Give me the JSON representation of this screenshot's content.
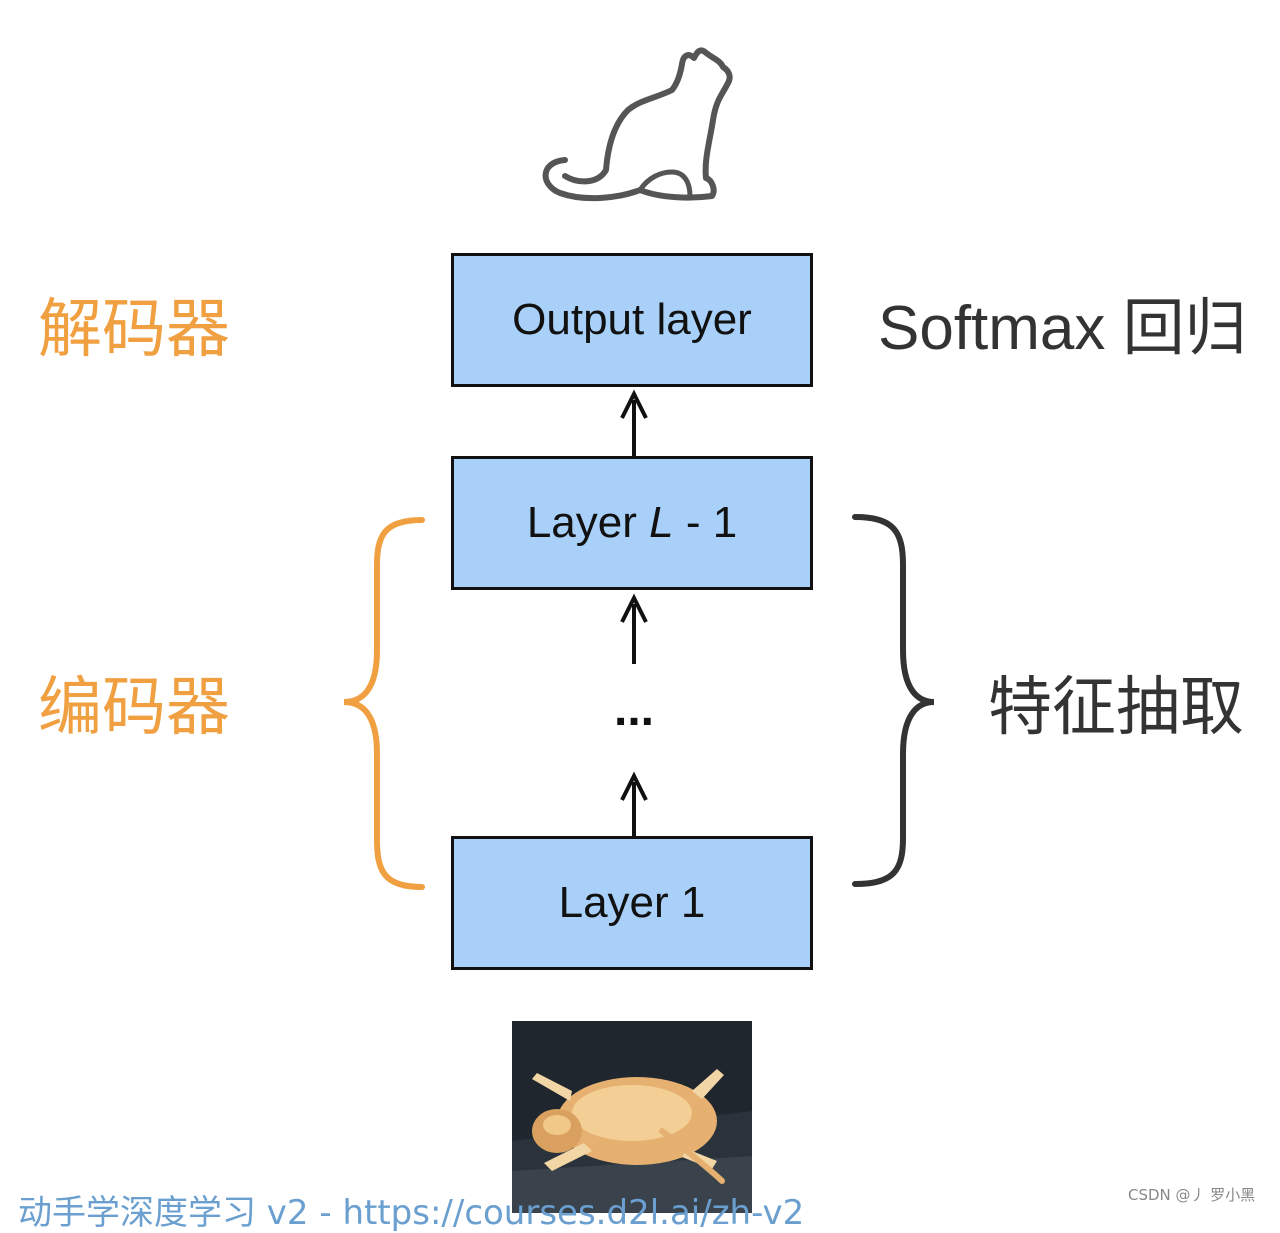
{
  "layers": {
    "output": "Output layer",
    "hidden_prefix": "Layer ",
    "hidden_var": "L",
    "hidden_suffix": " - 1",
    "first": "Layer 1",
    "ellipsis": "..."
  },
  "labels": {
    "decoder": "解码器",
    "encoder": "编码器",
    "softmax": "Softmax 回归",
    "feature_extraction": "特征抽取"
  },
  "footer": {
    "link_text": "动手学深度学习 v2 - https://courses.d2l.ai/zh-v2",
    "watermark": "CSDN @丿 罗小黑"
  },
  "icons": {
    "output": "cat-outline-icon",
    "input": "cat-photo"
  },
  "colors": {
    "box_fill": "#a8d0f8",
    "accent_orange": "#f0a040",
    "text_dark": "#333333"
  }
}
